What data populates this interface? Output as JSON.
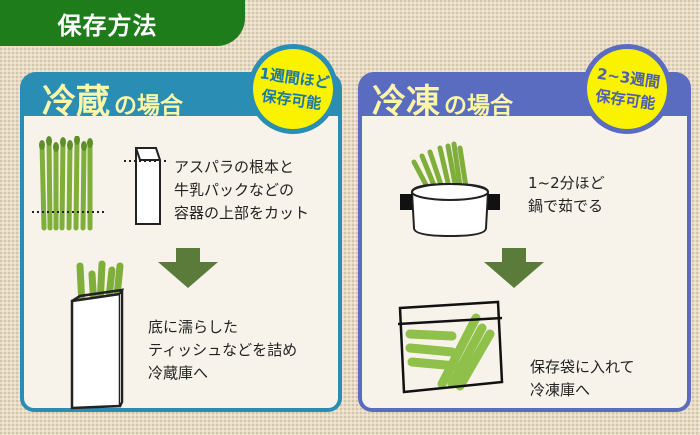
{
  "header": {
    "title": "保存方法"
  },
  "colors": {
    "title_green": "#1e7c1a",
    "fridge_accent": "#2a8db3",
    "freezer_accent": "#5a6cc0",
    "badge_yellow": "#fbf200",
    "arrow_green": "#5b7b3a",
    "title_text": "#fdf6a6"
  },
  "refrigerator": {
    "title_main": "冷蔵",
    "title_sub": "の場合",
    "badge_line1": "1週間ほど",
    "badge_line2": "保存可能",
    "step1": {
      "icon": "asparagus-and-milk-carton-icon",
      "lines": [
        "アスパラの根本と",
        "牛乳パックなどの",
        "容器の上部をカット"
      ]
    },
    "arrow_icon": "down-arrow-icon",
    "step2": {
      "icon": "asparagus-in-carton-icon",
      "lines": [
        "底に濡らした",
        "ティッシュなどを詰め",
        "冷蔵庫へ"
      ]
    }
  },
  "freezer": {
    "title_main": "冷凍",
    "title_sub": "の場合",
    "badge_line1": "2~3週間",
    "badge_line2": "保存可能",
    "step1": {
      "icon": "asparagus-in-pot-icon",
      "lines": [
        "1~2分ほど",
        "鍋で茹でる"
      ]
    },
    "arrow_icon": "down-arrow-icon",
    "step2": {
      "icon": "asparagus-in-freezer-bag-icon",
      "lines": [
        "保存袋に入れて",
        "冷凍庫へ"
      ]
    }
  }
}
